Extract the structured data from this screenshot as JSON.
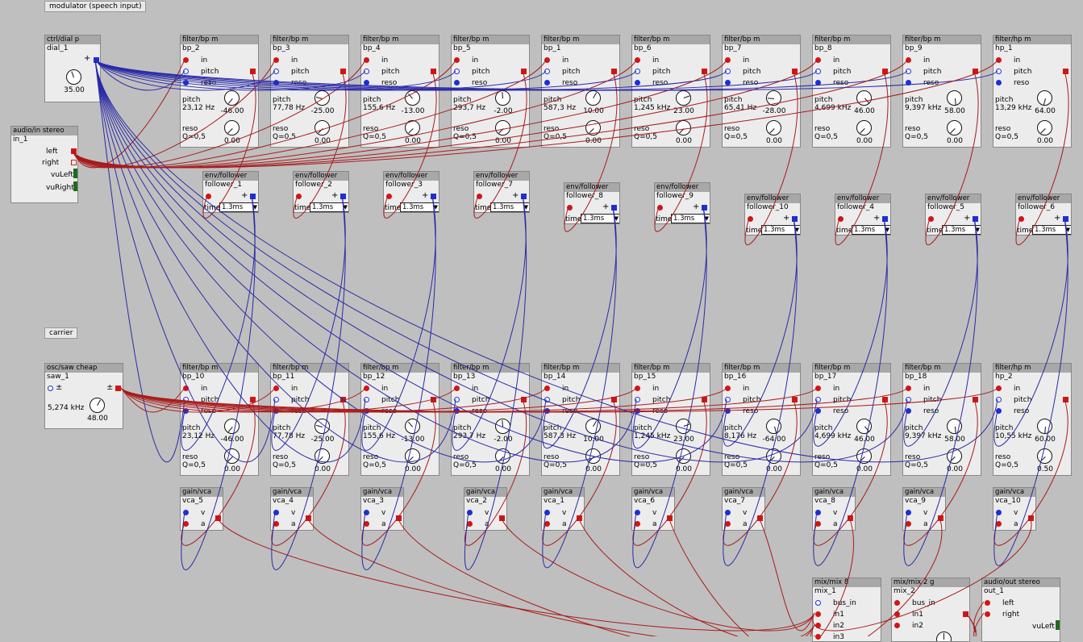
{
  "comments": {
    "modulator": "modulator (speech input)",
    "carrier": "carrier"
  },
  "dial": {
    "type": "ctrl/dial p",
    "name": "dial_1",
    "value": "35.00"
  },
  "audioin": {
    "type": "audio/in stereo",
    "name": "in_1",
    "left": "left",
    "right": "right",
    "vuleft": "vuLeft",
    "vuright": "vuRight"
  },
  "osc": {
    "type": "osc/saw cheap",
    "name": "saw_1",
    "freq": "5,274 kHz",
    "value": "48.00"
  },
  "labels": {
    "in": "in",
    "pitch": "pitch",
    "reso": "reso",
    "time": "time",
    "v": "v",
    "a": "a"
  },
  "env_type": "env/follower",
  "vca_type": "gain/vca",
  "filters_top": [
    {
      "type": "filter/bp m",
      "name": "bp_2",
      "pitch": "23,12 Hz",
      "pval": "-46.00",
      "reso": "Q=0,5",
      "rval": "0.00"
    },
    {
      "type": "filter/bp m",
      "name": "bp_3",
      "pitch": "77,78 Hz",
      "pval": "-25.00",
      "reso": "Q=0,5",
      "rval": "0.00"
    },
    {
      "type": "filter/bp m",
      "name": "bp_4",
      "pitch": "155,6 Hz",
      "pval": "-13.00",
      "reso": "Q=0,5",
      "rval": "0.00"
    },
    {
      "type": "filter/bp m",
      "name": "bp_5",
      "pitch": "293,7 Hz",
      "pval": "-2.00",
      "reso": "Q=0,5",
      "rval": "0.00"
    },
    {
      "type": "filter/bp m",
      "name": "bp_1",
      "pitch": "587,3 Hz",
      "pval": "10.00",
      "reso": "Q=0,5",
      "rval": "0.00"
    },
    {
      "type": "filter/bp m",
      "name": "bp_6",
      "pitch": "1,245 kHz",
      "pval": "23.00",
      "reso": "Q=0,5",
      "rval": "0.00"
    },
    {
      "type": "filter/bp m",
      "name": "bp_7",
      "pitch": "65,41 Hz",
      "pval": "-28.00",
      "reso": "Q=0,5",
      "rval": "0.00"
    },
    {
      "type": "filter/bp m",
      "name": "bp_8",
      "pitch": "4,699 kHz",
      "pval": "46.00",
      "reso": "Q=0,5",
      "rval": "0.00"
    },
    {
      "type": "filter/bp m",
      "name": "bp_9",
      "pitch": "9,397 kHz",
      "pval": "58.00",
      "reso": "Q=0,5",
      "rval": "0.00"
    },
    {
      "type": "filter/hp m",
      "name": "hp_1",
      "pitch": "13,29 kHz",
      "pval": "64.00",
      "reso": "Q=0,5",
      "rval": "0.00"
    }
  ],
  "filters_bottom": [
    {
      "type": "filter/bp m",
      "name": "bp_10",
      "pitch": "23,12 Hz",
      "pval": "-46.00",
      "reso": "Q=0,5",
      "rval": "0.00"
    },
    {
      "type": "filter/bp m",
      "name": "bp_11",
      "pitch": "77,78 Hz",
      "pval": "-25.00",
      "reso": "Q=0,5",
      "rval": "0.00"
    },
    {
      "type": "filter/bp m",
      "name": "bp_12",
      "pitch": "155,6 Hz",
      "pval": "-13.00",
      "reso": "Q=0,5",
      "rval": "0.00"
    },
    {
      "type": "filter/bp m",
      "name": "bp_13",
      "pitch": "293,7 Hz",
      "pval": "-2.00",
      "reso": "Q=0,5",
      "rval": "0.00"
    },
    {
      "type": "filter/bp m",
      "name": "bp_14",
      "pitch": "587,3 Hz",
      "pval": "10.00",
      "reso": "Q=0,5",
      "rval": "0.00"
    },
    {
      "type": "filter/bp m",
      "name": "bp_15",
      "pitch": "1,245 kHz",
      "pval": "23.00",
      "reso": "Q=0,5",
      "rval": "0.00"
    },
    {
      "type": "filter/bp m",
      "name": "bp_16",
      "pitch": "8,176 Hz",
      "pval": "-64.00",
      "reso": "Q=0,5",
      "rval": "0.00"
    },
    {
      "type": "filter/bp m",
      "name": "bp_17",
      "pitch": "4,699 kHz",
      "pval": "46.00",
      "reso": "Q=0,5",
      "rval": "0.00"
    },
    {
      "type": "filter/bp m",
      "name": "bp_18",
      "pitch": "9,397 kHz",
      "pval": "58.00",
      "reso": "Q=0,5",
      "rval": "0.00"
    },
    {
      "type": "filter/hp m",
      "name": "hp_2",
      "pitch": "10,55 kHz",
      "pval": "60.00",
      "reso": "Q=0,5",
      "rval": "0.50"
    }
  ],
  "followers": [
    {
      "name": "follower_1",
      "time": "1.3ms"
    },
    {
      "name": "follower_2",
      "time": "1.3ms"
    },
    {
      "name": "follower_3",
      "time": "1.3ms"
    },
    {
      "name": "follower_7",
      "time": "1.3ms"
    },
    {
      "name": "follower_8",
      "time": "1.3ms"
    },
    {
      "name": "follower_9",
      "time": "1.3ms"
    },
    {
      "name": "follower_10",
      "time": "1.3ms"
    },
    {
      "name": "follower_4",
      "time": "1.3ms"
    },
    {
      "name": "follower_5",
      "time": "1.3ms"
    },
    {
      "name": "follower_6",
      "time": "1.3ms"
    }
  ],
  "vcas": [
    "vca_5",
    "vca_4",
    "vca_3",
    "vca_2",
    "vca_1",
    "vca_6",
    "vca_7",
    "vca_8",
    "vca_9",
    "vca_10"
  ],
  "mix1": {
    "type": "mix/mix 8",
    "name": "mix_1",
    "bus_in": "bus_in",
    "in1": "in1",
    "in2": "in2",
    "in3": "in3"
  },
  "mix2": {
    "type": "mix/mix 2 g",
    "name": "mix_2",
    "bus_in": "bus_in",
    "in1": "in1",
    "in2": "in2"
  },
  "audioout": {
    "type": "audio/out stereo",
    "name": "out_1",
    "left": "left",
    "right": "right",
    "vuleft": "vuLeft"
  },
  "colors": {
    "audio_wire": "#a81b1b",
    "control_wire": "#2a2aa8",
    "background": "#bfbfbf"
  }
}
